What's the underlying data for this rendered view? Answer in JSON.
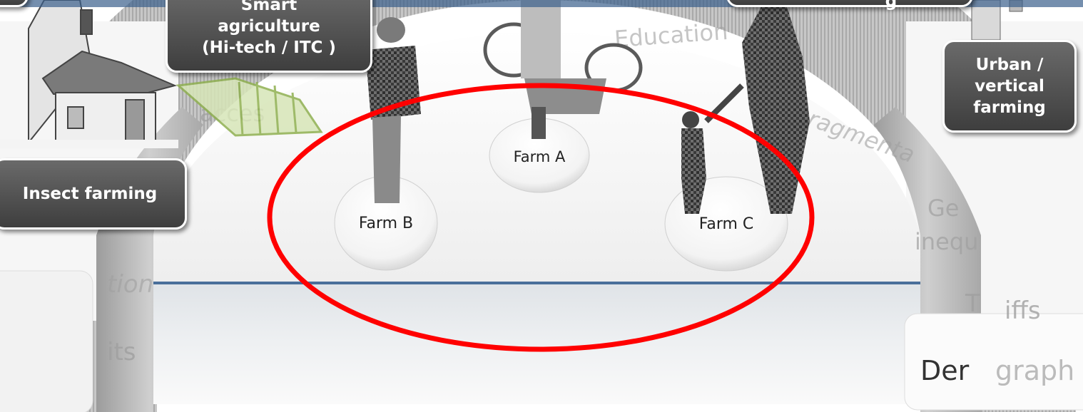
{
  "callouts": {
    "insect": "Insect farming",
    "smart": "Smart\nagriculture\n(Hi-tech / ITC )",
    "urban": "Urban /\nvertical\nfarming",
    "top_right": "g"
  },
  "farms": [
    {
      "label": "Farm A"
    },
    {
      "label": "Farm B"
    },
    {
      "label": "Farm C"
    }
  ],
  "arch_words": [
    "Education",
    "acces",
    "ragmenta",
    "Ge",
    "inequ",
    "T",
    "iffs",
    "tion",
    "its",
    "Der",
    "graph"
  ],
  "colors": {
    "highlight_ring": "#ff0000",
    "callout_bg": "#4d4d4d",
    "callout_text": "#ffffff"
  }
}
